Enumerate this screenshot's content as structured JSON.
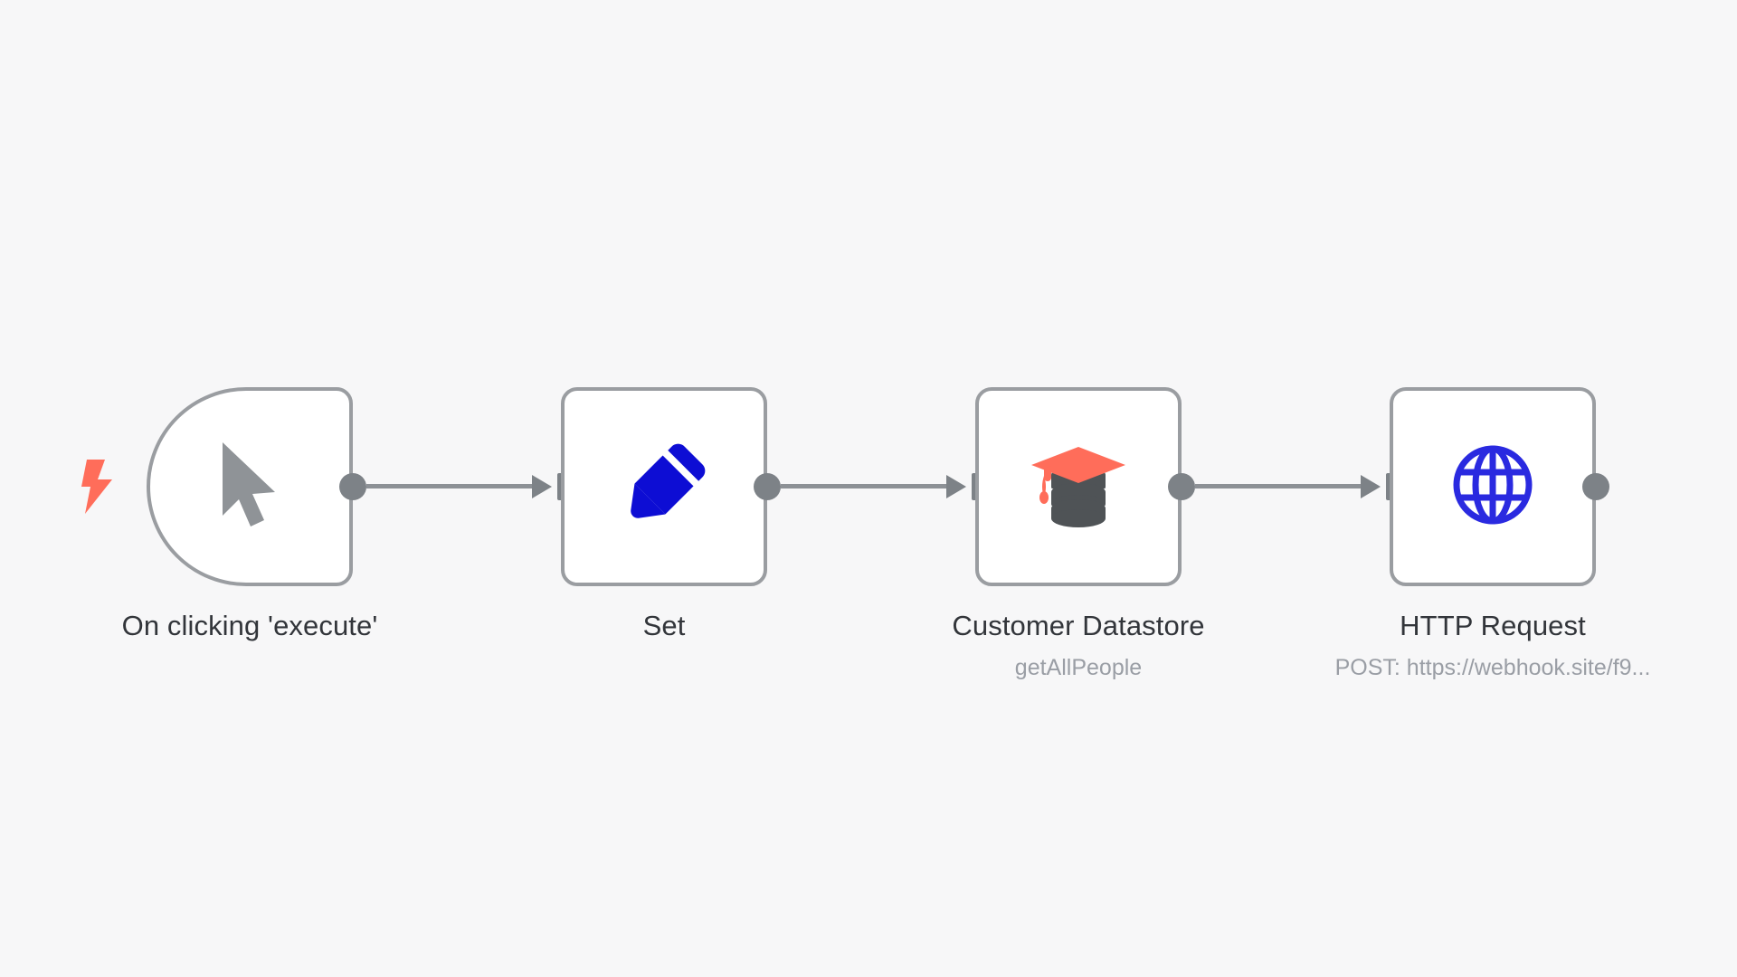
{
  "canvas": {
    "background_color": "#f7f7f8",
    "node_border_color": "#9a9da1",
    "node_fill_color": "#ffffff",
    "connector_color": "#8d9196",
    "endpoint_color": "#7d8287",
    "label_color": "#32353a",
    "sublabel_color": "#9a9ea5"
  },
  "trigger_badge": {
    "icon": "lightning-bolt-icon",
    "color": "#ff6d5a"
  },
  "nodes": [
    {
      "id": "manual-trigger",
      "label": "On clicking 'execute'",
      "sublabel": "",
      "icon": "mouse-cursor-icon",
      "icon_color": "#8f9397",
      "shape": "trigger",
      "has_input": false,
      "has_output": true
    },
    {
      "id": "set",
      "label": "Set",
      "sublabel": "",
      "icon": "pencil-icon",
      "icon_color": "#0d0dd4",
      "shape": "rect",
      "has_input": true,
      "has_output": true
    },
    {
      "id": "customer-datastore",
      "label": "Customer Datastore",
      "sublabel": "getAllPeople",
      "icon": "graduation-cap-database-icon",
      "icon_color": "#ff6d5a",
      "icon_color_secondary": "#4f5356",
      "shape": "rect",
      "has_input": true,
      "has_output": true
    },
    {
      "id": "http-request",
      "label": "HTTP Request",
      "sublabel": "POST: https://webhook.site/f9...",
      "icon": "globe-icon",
      "icon_color": "#2a2ae0",
      "shape": "rect",
      "has_input": true,
      "has_output": true
    }
  ],
  "connections": [
    {
      "from": "manual-trigger",
      "to": "set"
    },
    {
      "from": "set",
      "to": "customer-datastore"
    },
    {
      "from": "customer-datastore",
      "to": "http-request"
    }
  ]
}
